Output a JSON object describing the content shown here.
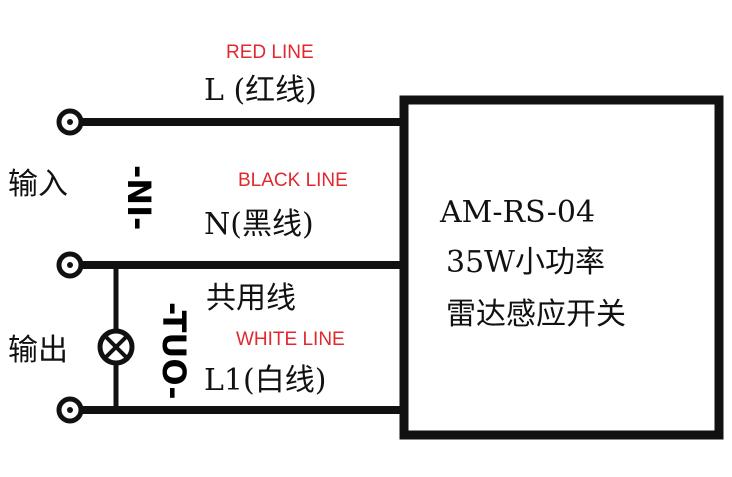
{
  "colors": {
    "line": "#111111",
    "annotation": "#e0282e",
    "background": "#ffffff"
  },
  "labels": {
    "red_line": "RED LINE",
    "l_line": "L (红线)",
    "black_line": "BLACK LINE",
    "n_line": "N(黑线)",
    "common_line": "共用线",
    "white_line": "WHITE LINE",
    "l1_line": "L1(白线)",
    "input": "输入",
    "output": "输出",
    "in_vertical": "-NI-",
    "out_vertical": "-TUO-"
  },
  "module": {
    "model": "AM-RS-04",
    "power": "35W小功率",
    "type": "雷达感应开关"
  },
  "icons": {
    "terminal": "terminal-dot-icon",
    "lamp": "lamp-icon"
  }
}
